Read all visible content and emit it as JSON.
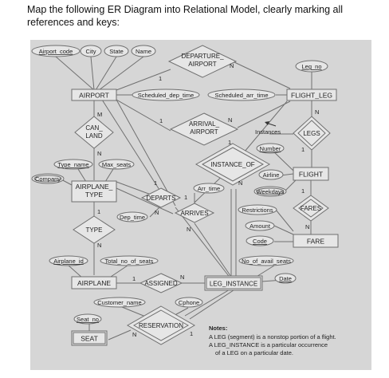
{
  "prompt": "Map the following ER Diagram into Relational Model, clearly marking all references and keys:",
  "entities": {
    "airport": "AIRPORT",
    "flight_leg": "FLIGHT_LEG",
    "airplane_type": "AIRPLANE_\nTYPE",
    "flight": "FLIGHT",
    "fare": "FARE",
    "airplane": "AIRPLANE",
    "leg_instance": "LEG_INSTANCE",
    "seat": "SEAT"
  },
  "relationships": {
    "departure_airport": "DEPARTURE_\nAIRPORT",
    "arrival_airport": "ARRIVAL_\nAIRPORT",
    "can_land": "CAN_\nLAND",
    "legs": "LEGS",
    "instance_of": "INSTANCE_OF",
    "departs": "DEPARTS",
    "arrives": "ARRIVES",
    "fares": "FARES",
    "type": "TYPE",
    "assigned": "ASSIGNED",
    "reservation": "RESERVATION"
  },
  "attributes": {
    "airport_code": "Airport_code",
    "city": "City",
    "state": "State",
    "name": "Name",
    "leg_no": "Leg_no",
    "scheduled_dep_time": "Scheduled_dep_time",
    "scheduled_arr_time": "Scheduled_arr_time",
    "instances": "Instances",
    "number": "Number",
    "airline": "Airline",
    "weekdays": "Weekdays",
    "restrictions": "Restrictions",
    "amount": "Amount",
    "code": "Code",
    "type_name": "Type_name",
    "max_seats": "Max_seats",
    "company": "Company",
    "arr_time": "Arr_time",
    "dep_time": "Dep_time",
    "airplane_id": "Airplane_id",
    "total_no_of_seats": "Total_no_of_seats",
    "no_of_avail_seats": "No_of_avail_seats",
    "date": "Date",
    "customer_name": "Customer_name",
    "cphone": "Cphone",
    "seat_no": "Seat_no"
  },
  "cardinalities": {
    "one": "1",
    "many": "N",
    "m": "M"
  },
  "notes": {
    "heading": "Notes:",
    "line1": "A LEG (segment) is a nonstop portion of a flight.",
    "line2": "A LEG_INSTANCE is a particular occurrence",
    "line3": "of a LEG on a particular date."
  },
  "colors": {
    "panel": "#d6d6d6",
    "shape_fill": "#e6e6e6",
    "stroke": "#6f6f6f"
  }
}
